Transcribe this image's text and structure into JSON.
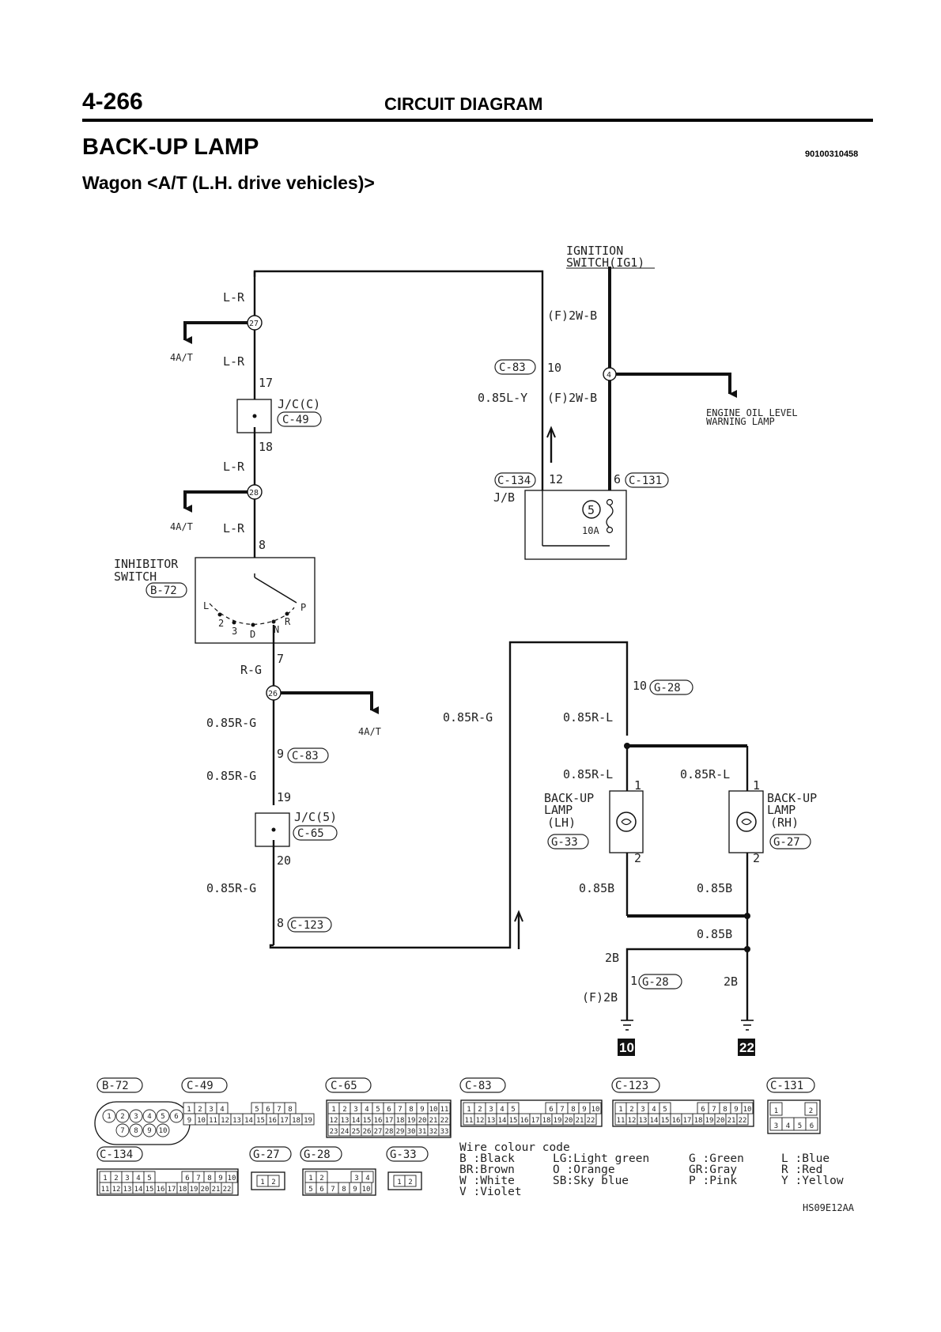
{
  "header": {
    "page_number": "4-266",
    "section": "CIRCUIT DIAGRAM",
    "title": "BACK-UP LAMP",
    "doc_code": "90100310458",
    "subtitle": "Wagon <A/T (L.H. drive vehicles)>"
  },
  "components": {
    "ignition_switch_l1": "IGNITION",
    "ignition_switch_l2": "SWITCH(IG1)",
    "engine_oil_l1": "ENGINE OIL LEVEL",
    "engine_oil_l2": "WARNING LAMP",
    "jc_c": "J/C(C)",
    "jc_5": "J/C(5)",
    "inhibitor_l1": "INHIBITOR",
    "inhibitor_l2": "SWITCH",
    "jb": "J/B",
    "fuse_no": "5",
    "fuse_rating": "10A",
    "lamp_lh_l1": "BACK-UP",
    "lamp_lh_l2": "LAMP",
    "lamp_lh_l3": "(LH)",
    "lamp_rh_l1": "BACK-UP",
    "lamp_rh_l2": "LAMP",
    "lamp_rh_l3": "(RH)",
    "ground_10": "10",
    "ground_22": "22"
  },
  "connectors": {
    "b72": "B-72",
    "c49": "C-49",
    "c65": "C-65",
    "c83": "C-83",
    "c123": "C-123",
    "c131": "C-131",
    "c134": "C-134",
    "g27": "G-27",
    "g28": "G-28",
    "g33": "G-33"
  },
  "splices": {
    "s27": "27",
    "s28": "28",
    "s26": "26",
    "s4": "4"
  },
  "to_labels": {
    "a": "4A/T",
    "b": "4A/T",
    "c": "4A/T"
  },
  "wires": {
    "lr1": "L-R",
    "lr2": "L-R",
    "lr3": "L-R",
    "lr4": "L-R",
    "f2wb1": "(F)2W-B",
    "f2wb2": "(F)2W-B",
    "085ly": "0.85L-Y",
    "rg": "R-G",
    "085rg1": "0.85R-G",
    "085rg2": "0.85R-G",
    "085rg3": "0.85R-G",
    "085rg4": "0.85R-G",
    "085rl1": "0.85R-L",
    "085rl2": "0.85R-L",
    "085rl3": "0.85R-L",
    "085b1": "0.85B",
    "085b2": "0.85B",
    "085b3": "0.85B",
    "2b1": "2B",
    "2b2": "2B",
    "f2b": "(F)2B"
  },
  "pins": {
    "p17": "17",
    "p18": "18",
    "p8a": "8",
    "p7": "7",
    "p9": "9",
    "p19": "19",
    "p20": "20",
    "p8b": "8",
    "p10a": "10",
    "p12": "12",
    "p6": "6",
    "p10b": "10",
    "p1a": "1",
    "p2a": "2",
    "p1b": "1",
    "p2b": "2",
    "p1c": "1"
  },
  "shift": {
    "L": "L",
    "two": "2",
    "three": "3",
    "D": "D",
    "N": "N",
    "R": "R",
    "P": "P"
  },
  "legend": {
    "title": "Wire colour code",
    "col1": [
      "B :Black",
      "BR:Brown",
      "W :White",
      "V :Violet"
    ],
    "col2": [
      "LG:Light green",
      "O :Orange",
      "SB:Sky blue"
    ],
    "col3": [
      "G :Green",
      "GR:Gray",
      "P :Pink"
    ],
    "col4": [
      "L :Blue",
      "R :Red",
      "Y :Yellow"
    ]
  },
  "figure_code": "HS09E12AA",
  "connector_pins": {
    "b72_top": [
      "1",
      "2",
      "3",
      "4",
      "5",
      "6"
    ],
    "b72_bot": [
      "7",
      "8",
      "9",
      "10"
    ],
    "c49_top": [
      "1",
      "2",
      "3",
      "4",
      "5",
      "6",
      "7",
      "8"
    ],
    "c49_bot": [
      "9",
      "10",
      "11",
      "12",
      "13",
      "14",
      "15",
      "16",
      "17",
      "18",
      "19"
    ],
    "c65_r1": [
      "1",
      "2",
      "3",
      "4",
      "5",
      "6",
      "7",
      "8",
      "9",
      "10",
      "11"
    ],
    "c65_r2": [
      "12",
      "13",
      "14",
      "15",
      "16",
      "17",
      "18",
      "19",
      "20",
      "21",
      "22"
    ],
    "c65_r3": [
      "23",
      "24",
      "25",
      "26",
      "27",
      "28",
      "29",
      "30",
      "31",
      "32",
      "33"
    ],
    "c83_top": [
      "1",
      "2",
      "3",
      "4",
      "5",
      "6",
      "7",
      "8",
      "9",
      "10"
    ],
    "c83_bot": [
      "11",
      "12",
      "13",
      "14",
      "15",
      "16",
      "17",
      "18",
      "19",
      "20",
      "21",
      "22"
    ],
    "c123_top": [
      "1",
      "2",
      "3",
      "4",
      "5",
      "6",
      "7",
      "8",
      "9",
      "10"
    ],
    "c123_bot": [
      "11",
      "12",
      "13",
      "14",
      "15",
      "16",
      "17",
      "18",
      "19",
      "20",
      "21",
      "22"
    ],
    "c131_top": [
      "1",
      "2"
    ],
    "c131_bot": [
      "3",
      "4",
      "5",
      "6"
    ],
    "c134_top": [
      "1",
      "2",
      "3",
      "4",
      "5",
      "6",
      "7",
      "8",
      "9",
      "10"
    ],
    "c134_bot": [
      "11",
      "12",
      "13",
      "14",
      "15",
      "16",
      "17",
      "18",
      "19",
      "20",
      "21",
      "22"
    ],
    "g27": [
      "1",
      "2"
    ],
    "g28_top": [
      "1",
      "2",
      "3",
      "4"
    ],
    "g28_bot": [
      "5",
      "6",
      "7",
      "8",
      "9",
      "10"
    ],
    "g33": [
      "1",
      "2"
    ]
  }
}
